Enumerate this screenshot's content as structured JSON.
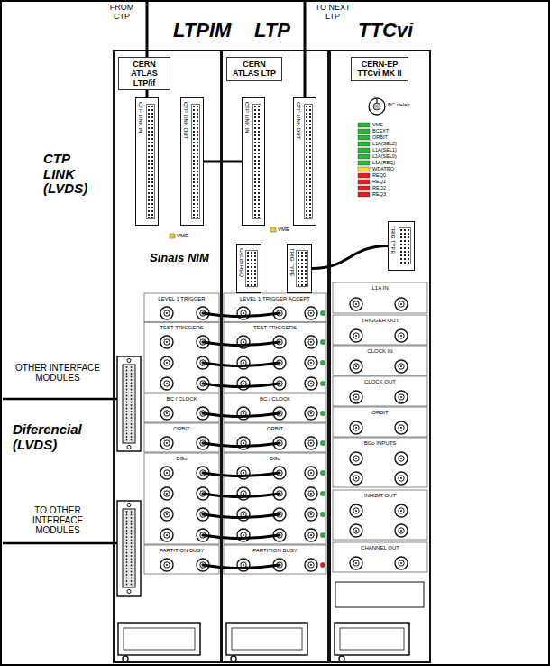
{
  "diagram": {
    "nodes": [
      {
        "text": [
          "LTPIM",
          "CERN ATLAS LTP/if"
        ]
      },
      {
        "text": [
          "CTP LINK IN"
        ],
        "in": 0
      },
      {
        "text": [
          "CTP LINK OUT"
        ],
        "in": 0
      },
      {
        "text": [
          "LTP",
          "CERN ATLAS LTP"
        ]
      },
      {
        "text": [
          "CTP LINK IN"
        ],
        "in": 3
      },
      {
        "text": [
          "CTP LINK OUT"
        ],
        "in": 3
      },
      {
        "text": [
          "CALIB REQ"
        ],
        "in": 3
      },
      {
        "text": [
          "TRIG TYPE"
        ],
        "in": 3
      },
      {
        "text": [
          "TTCvi",
          "CERN-EP TTCvi MK II"
        ]
      },
      {
        "text": [
          "TRIG TYPE"
        ],
        "in": 8
      }
    ],
    "edges": [
      {
        "from": 2,
        "to": 4,
        "arrow": "none"
      },
      {
        "from": 7,
        "to": 9,
        "arrow": "none"
      }
    ],
    "labels": [
      "FROM CTP",
      "TO NEXT LTP",
      "CTP LINK (LVDS)",
      "Sinais NIM",
      "OTHER INTERFACE MODULES",
      "Diferencial (LVDS)",
      "TO OTHER INTERFACE MODULES",
      "VME",
      "VME",
      "LEVEL 1 TRIGGER",
      "TEST TRIGGERS",
      "BC / CLOCK",
      "ORBIT",
      "BGo",
      "PARTITION BUSY",
      "LEVEL 1 TRIGGER ACCEPT",
      "TEST TRIGGERS",
      "BC / CLOCK",
      "ORBIT",
      "BGo",
      "PARTITION BUSY",
      "BC delay",
      "VME",
      "BCEXT",
      "ORBIT",
      "L1A(SEL2)",
      "L1A(SEL1)",
      "L1A(SEL0)",
      "L1A(REQ)",
      "WDATRQ",
      "REQ0",
      "REQ1",
      "REQ2",
      "REQ3",
      "L1A IN",
      "TRIGGER OUT",
      "CLOCK IN",
      "CLOCK OUT",
      "ORBIT",
      "BGo INPUTS",
      "INHIBIT OUT",
      "CHANNEL OUT"
    ]
  }
}
